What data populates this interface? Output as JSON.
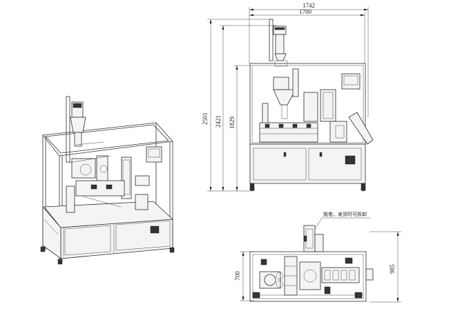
{
  "dimensions": {
    "overall_width": "1742",
    "frame_width": "1700",
    "total_height": "2501",
    "upper_height": "2421",
    "frame_height": "1829",
    "plan_depth_inner": "700",
    "plan_depth_outer": "985"
  },
  "annotation": {
    "text": "挑卷，发货时可拆卸"
  }
}
